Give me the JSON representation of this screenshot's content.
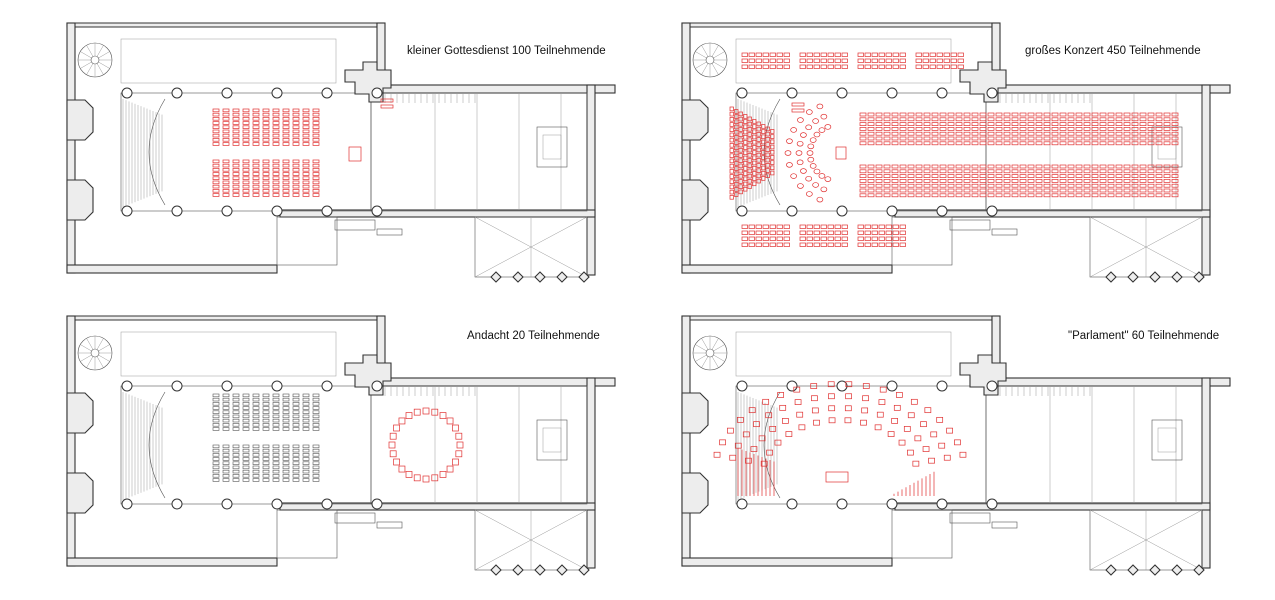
{
  "plans": [
    {
      "id": "small-service",
      "caption": "kleiner Gottesdienst 100 Teilnehmende",
      "layout": "rows-center"
    },
    {
      "id": "large-concert",
      "caption": "großes Konzert 450 Teilnehmende",
      "layout": "concert"
    },
    {
      "id": "devotion",
      "caption": "Andacht 20 Teilnehmende",
      "layout": "circle"
    },
    {
      "id": "parliament",
      "caption": "\"Parlament\" 60 Teilnehmende",
      "layout": "arc"
    }
  ],
  "colors": {
    "seat_active": "#e03030",
    "seat_inactive": "#555555",
    "wall_fill": "#ededed",
    "line": "#333333"
  }
}
